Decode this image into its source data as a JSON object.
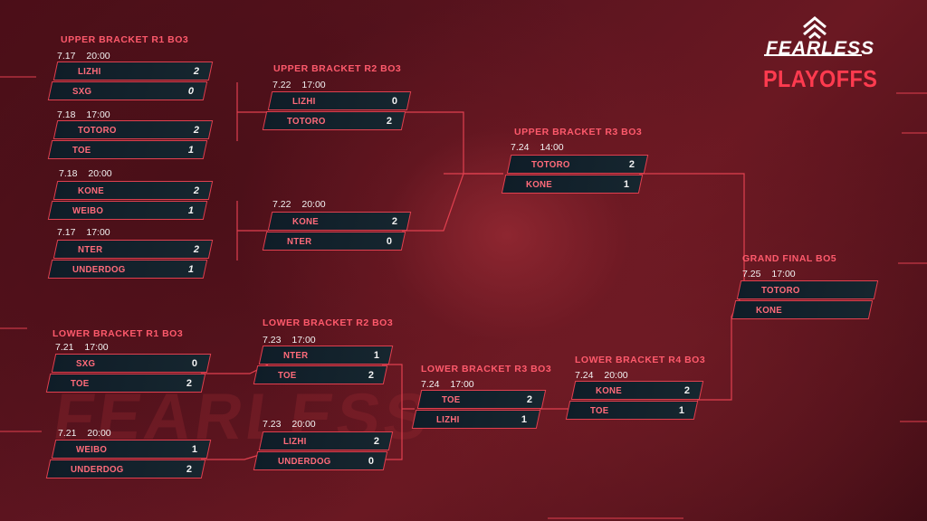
{
  "branding": {
    "logo_text": "FEARLESS",
    "title": "PLAYOFFS",
    "watermark": "FEARLESS"
  },
  "colors": {
    "accent": "#ff3b4f",
    "team_text": "#ff6b7a",
    "box_bg": "#0f1d28",
    "border": "#e0404f"
  },
  "rounds": [
    {
      "title": "UPPER BRACKET R1 BO3",
      "matches": [
        {
          "date": "7.17",
          "time": "20:00",
          "teams": [
            {
              "name": "LIZHI",
              "score": "2"
            },
            {
              "name": "SXG",
              "score": "0"
            }
          ]
        },
        {
          "date": "7.18",
          "time": "17:00",
          "teams": [
            {
              "name": "TOTORO",
              "score": "2"
            },
            {
              "name": "TOE",
              "score": "1"
            }
          ]
        },
        {
          "date": "7.18",
          "time": "20:00",
          "teams": [
            {
              "name": "KONE",
              "score": "2"
            },
            {
              "name": "WEIBO",
              "score": "1"
            }
          ]
        },
        {
          "date": "7.17",
          "time": "17:00",
          "teams": [
            {
              "name": "NTER",
              "score": "2"
            },
            {
              "name": "UNDERDOG",
              "score": "1"
            }
          ]
        }
      ]
    },
    {
      "title": "UPPER BRACKET R2 BO3",
      "matches": [
        {
          "date": "7.22",
          "time": "17:00",
          "teams": [
            {
              "name": "LIZHI",
              "score": "0"
            },
            {
              "name": "TOTORO",
              "score": "2"
            }
          ]
        },
        {
          "date": "7.22",
          "time": "20:00",
          "teams": [
            {
              "name": "KONE",
              "score": "2"
            },
            {
              "name": "NTER",
              "score": "0"
            }
          ]
        }
      ]
    },
    {
      "title": "UPPER BRACKET R3 BO3",
      "matches": [
        {
          "date": "7.24",
          "time": "14:00",
          "teams": [
            {
              "name": "TOTORO",
              "score": "2"
            },
            {
              "name": "KONE",
              "score": "1"
            }
          ]
        }
      ]
    },
    {
      "title": "GRAND FINAL BO5",
      "matches": [
        {
          "date": "7.25",
          "time": "17:00",
          "teams": [
            {
              "name": "TOTORO",
              "score": ""
            },
            {
              "name": "KONE",
              "score": ""
            }
          ]
        }
      ]
    },
    {
      "title": "LOWER BRACKET R1 BO3",
      "matches": [
        {
          "date": "7.21",
          "time": "17:00",
          "teams": [
            {
              "name": "SXG",
              "score": "0"
            },
            {
              "name": "TOE",
              "score": "2"
            }
          ]
        },
        {
          "date": "7.21",
          "time": "20:00",
          "teams": [
            {
              "name": "WEIBO",
              "score": "1"
            },
            {
              "name": "UNDERDOG",
              "score": "2"
            }
          ]
        }
      ]
    },
    {
      "title": "LOWER BRACKET R2 BO3",
      "matches": [
        {
          "date": "7.23",
          "time": "17:00",
          "teams": [
            {
              "name": "NTER",
              "score": "1"
            },
            {
              "name": "TOE",
              "score": "2"
            }
          ]
        },
        {
          "date": "7.23",
          "time": "20:00",
          "teams": [
            {
              "name": "LIZHI",
              "score": "2"
            },
            {
              "name": "UNDERDOG",
              "score": "0"
            }
          ]
        }
      ]
    },
    {
      "title": "LOWER BRACKET R3 BO3",
      "matches": [
        {
          "date": "7.24",
          "time": "17:00",
          "teams": [
            {
              "name": "TOE",
              "score": "2"
            },
            {
              "name": "LIZHI",
              "score": "1"
            }
          ]
        }
      ]
    },
    {
      "title": "LOWER BRACKET R4 BO3",
      "matches": [
        {
          "date": "7.24",
          "time": "20:00",
          "teams": [
            {
              "name": "KONE",
              "score": "2"
            },
            {
              "name": "TOE",
              "score": "1"
            }
          ]
        }
      ]
    }
  ]
}
